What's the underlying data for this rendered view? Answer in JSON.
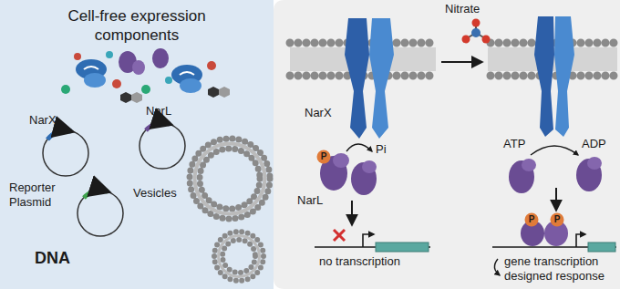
{
  "diagram": {
    "nodes": [
      {
        "text": [
          "Cell-free expression components"
        ]
      }
    ],
    "labels": [
      "NarX",
      "NarL",
      "Reporter Plasmid",
      "DNA",
      "Vesicles",
      "Nitrate",
      "NarX",
      "P",
      "Pi",
      "ATP",
      "ADP",
      "P",
      "P",
      "NarL",
      "no transcription",
      "gene transcription designed response"
    ]
  }
}
